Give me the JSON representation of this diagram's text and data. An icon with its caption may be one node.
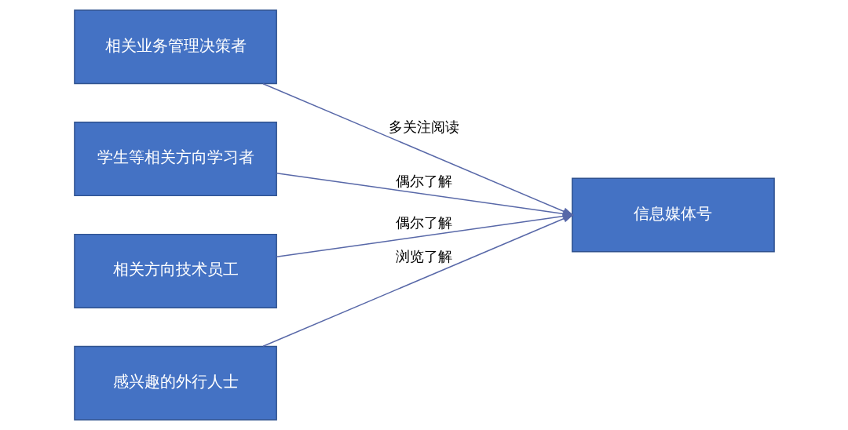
{
  "diagram": {
    "nodes": [
      {
        "text": [
          "相关业务管理决策者"
        ]
      },
      {
        "text": [
          "学生等相关方向学习者"
        ]
      },
      {
        "text": [
          "相关方向技术员工"
        ]
      },
      {
        "text": [
          "感兴趣的外行人士"
        ]
      },
      {
        "text": [
          "信息媒体号"
        ]
      }
    ],
    "edges": [
      {
        "from": 0,
        "to": 4,
        "arrow": "to",
        "label": "多关注阅读"
      },
      {
        "from": 1,
        "to": 4,
        "arrow": "to",
        "label": "偶尔了解"
      },
      {
        "from": 2,
        "to": 4,
        "arrow": "to",
        "label": "偶尔了解"
      },
      {
        "from": 3,
        "to": 4,
        "arrow": "to",
        "label": "浏览了解"
      }
    ]
  }
}
